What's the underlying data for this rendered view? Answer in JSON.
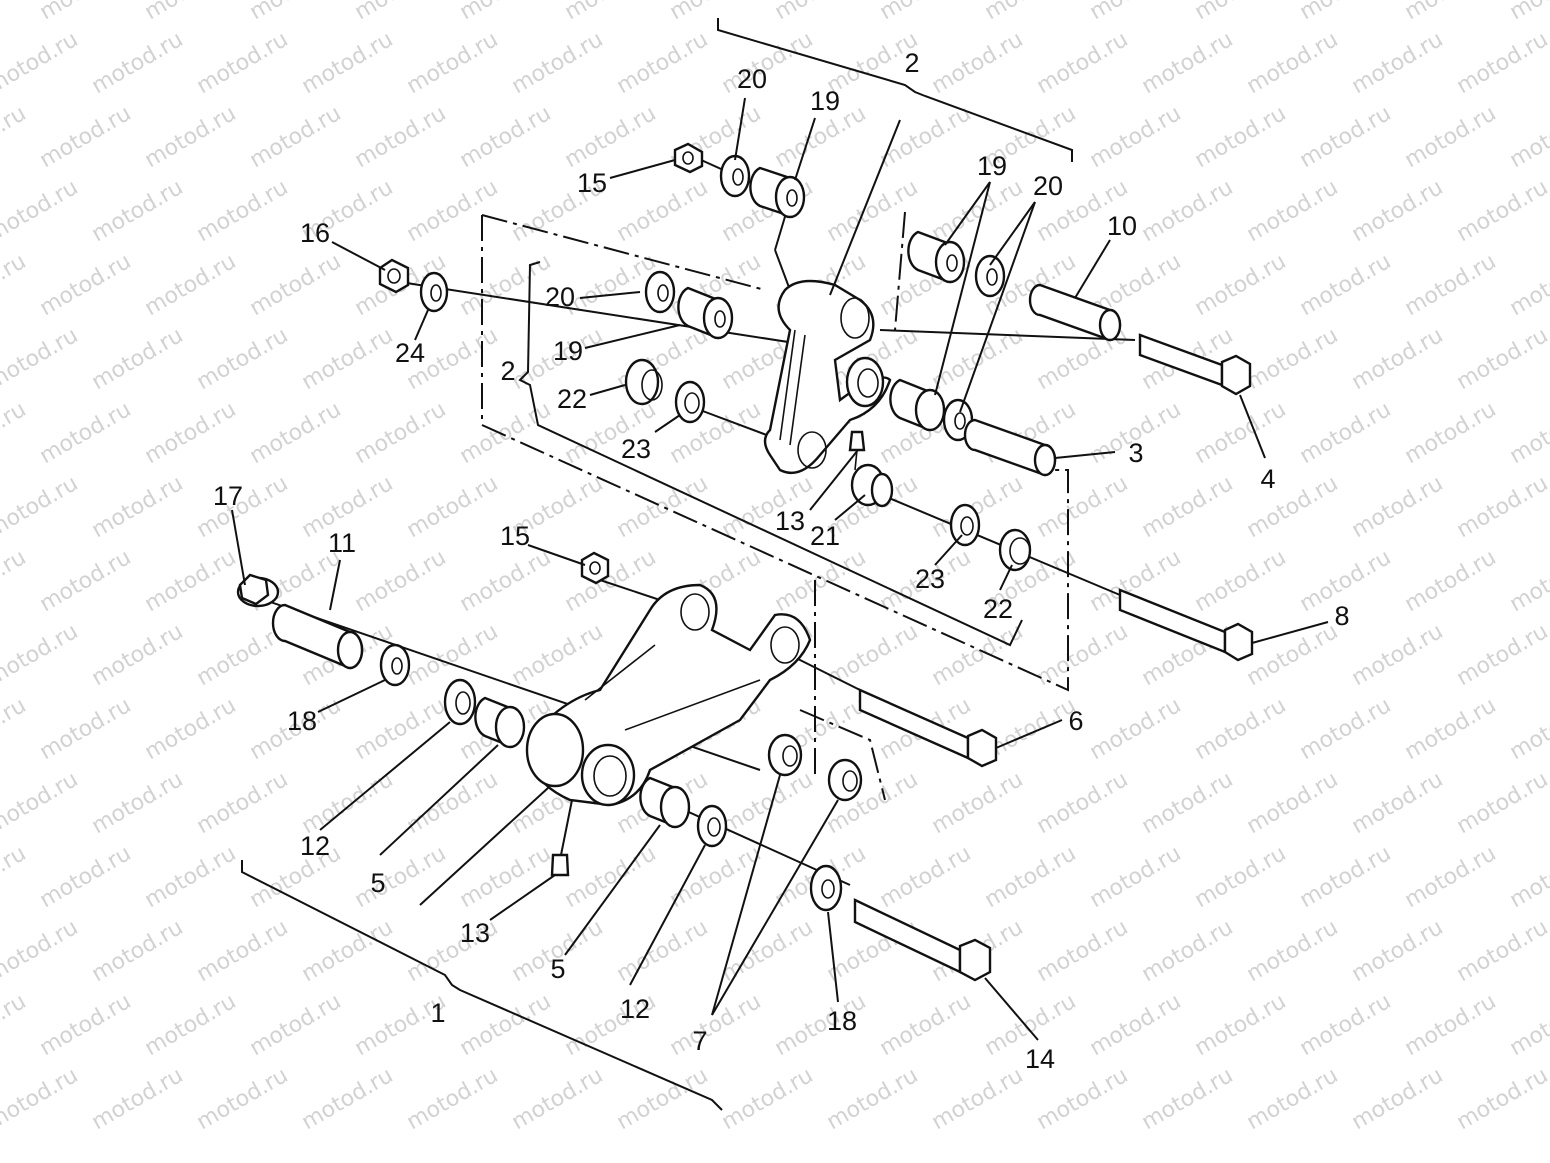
{
  "watermark": "motod.ru",
  "callouts": {
    "c1": "1",
    "c2_top": "2",
    "c2_side": "2",
    "c3": "3",
    "c4": "4",
    "c5a": "5",
    "c5b": "5",
    "c6": "6",
    "c7": "7",
    "c8": "8",
    "c10": "10",
    "c11": "11",
    "c12a": "12",
    "c12b": "12",
    "c13a": "13",
    "c13b": "13",
    "c14": "14",
    "c15a": "15",
    "c15b": "15",
    "c16": "16",
    "c17": "17",
    "c18a": "18",
    "c18b": "18",
    "c19a": "19",
    "c19b": "19",
    "c19c": "19",
    "c20a": "20",
    "c20b": "20",
    "c20c": "20",
    "c21": "21",
    "c22a": "22",
    "c22b": "22",
    "c23a": "23",
    "c23b": "23",
    "c24": "24"
  }
}
